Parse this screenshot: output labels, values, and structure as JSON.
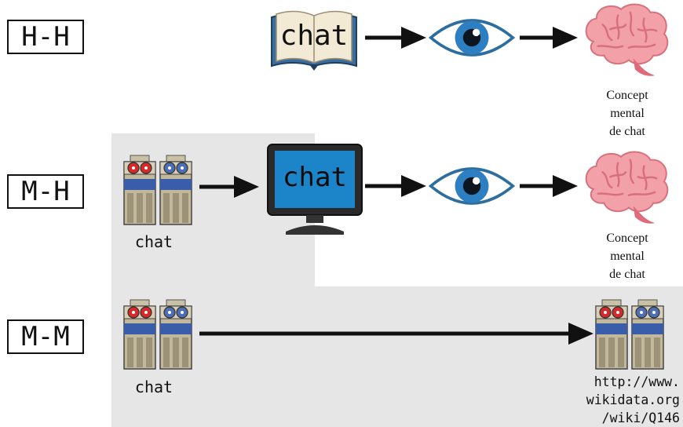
{
  "rows": {
    "hh": {
      "label": "H-H"
    },
    "mh": {
      "label": "M-H"
    },
    "mm": {
      "label": "M-M"
    }
  },
  "book": {
    "word": "chat"
  },
  "monitor": {
    "word": "chat"
  },
  "servers": {
    "mh_word": "chat",
    "mm_word": "chat"
  },
  "captions": {
    "hh": [
      "Concept",
      "mental",
      "de chat"
    ],
    "mh": [
      "Concept",
      "mental",
      "de chat"
    ]
  },
  "url": [
    "http://www.",
    "wikidata.org",
    "/wiki/Q146"
  ],
  "colors": {
    "shade": "#e6e6e6",
    "arrow": "#111111",
    "brain": "#f2a1a8",
    "iris": "#2e7fc1",
    "monitor_screen": "#1c84c9",
    "reel_red": "#d62a2a",
    "reel_blue": "#4f6fb5",
    "band": "#3a5daa"
  }
}
